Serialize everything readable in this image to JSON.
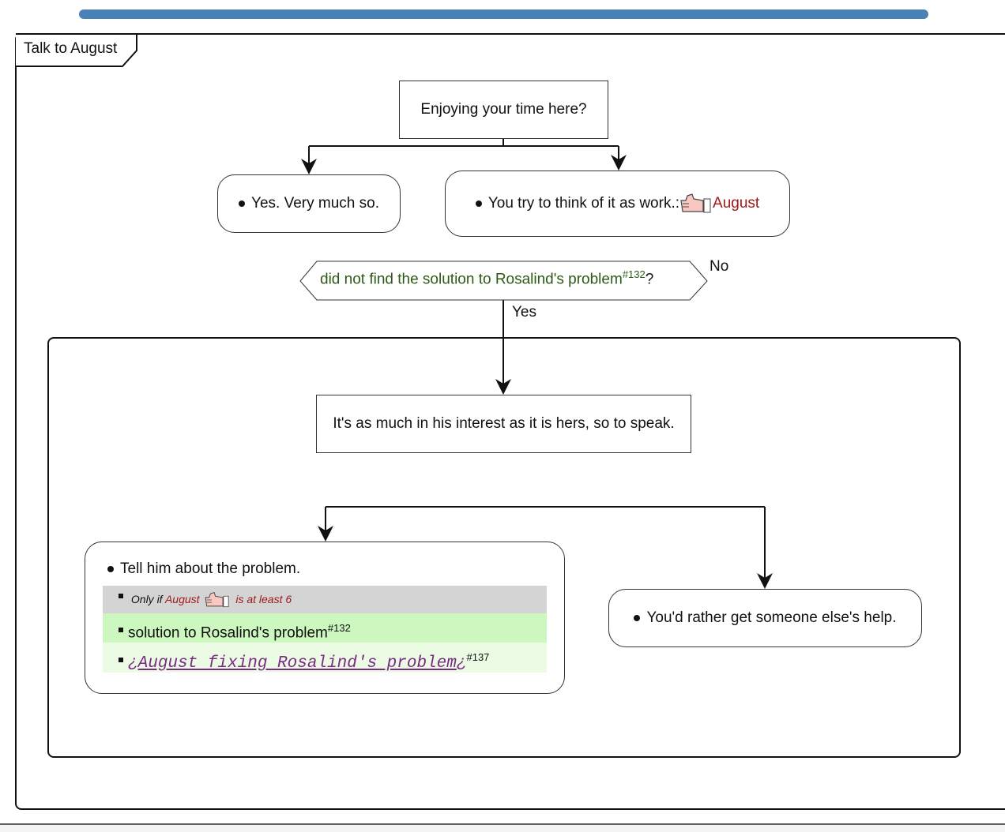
{
  "frame": {
    "title": "Talk to August"
  },
  "nodes": {
    "question": "Enjoying your time here?",
    "option_yes": "Yes. Very much so.",
    "option_work": "You try to think of it as work.:",
    "option_work_character": "August",
    "condition": {
      "text": "did not find the solution to Rosalind's problem",
      "ref": "#132",
      "suffix": "?",
      "no_label": "No",
      "yes_label": "Yes"
    },
    "statement": "It's as much in his interest as it is hers, so to speak.",
    "option_tell": {
      "label": "Tell him about the problem.",
      "requirement_prefix": "Only if",
      "requirement_character": "August",
      "requirement_suffix": "is at least 6",
      "item1": "solution to Rosalind's problem",
      "item1_ref": "#132",
      "item2_open": "¿",
      "item2": "August fixing Rosalind's problem",
      "item2_close": "¿",
      "item2_ref": "#137"
    },
    "option_help": "You'd rather get someone else's help."
  },
  "icons": {
    "approval": "thumbs-up-hand-icon"
  },
  "colors": {
    "accent_bar": "#4a82b6",
    "character": "#a01818",
    "condition": "#2c5a16",
    "link": "#7b2a86",
    "requirement_bg": "#d4d4d4",
    "item_bg": "#ccf7be",
    "item_bg_light": "#ebfbe4"
  }
}
